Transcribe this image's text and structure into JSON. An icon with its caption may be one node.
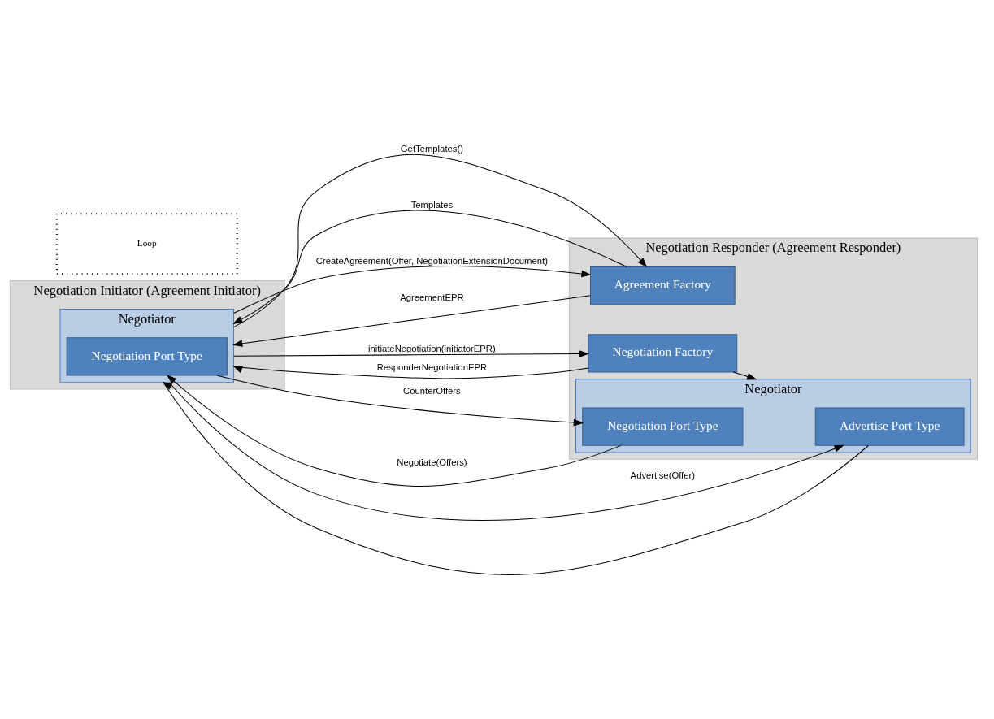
{
  "diagram": {
    "nodes": [
      {
        "text": [
          "Negotiation Initiator (Agreement Initiator)"
        ]
      },
      {
        "text": [
          "Negotiator"
        ],
        "in": 0
      },
      {
        "text": [
          "Negotiation Port Type"
        ],
        "in": 1
      },
      {
        "text": [
          "Negotiation Responder (Agreement Responder)"
        ]
      },
      {
        "text": [
          "Agreement Factory"
        ],
        "in": 3
      },
      {
        "text": [
          "Negotiation Factory"
        ],
        "in": 3
      },
      {
        "text": [
          "Negotiator"
        ],
        "in": 3
      },
      {
        "text": [
          "Advertise Port Type"
        ],
        "in": 6
      },
      {
        "text": [
          "Negotiation Port Type"
        ],
        "in": 6
      },
      {
        "text": [
          "Loop"
        ]
      }
    ],
    "edges": [
      {
        "from": 1,
        "to": 4,
        "arrow": "to",
        "label": "GetTemplates()"
      },
      {
        "from": 4,
        "to": 1,
        "arrow": "to",
        "label": "Templates"
      },
      {
        "from": 1,
        "to": 5,
        "arrow": "to",
        "label": "initiateNegotiation(initiatorEPR)"
      },
      {
        "from": 5,
        "to": 1,
        "arrow": "to",
        "label": "ResponderNegotiationEPR"
      },
      {
        "from": 5,
        "to": 6,
        "arrow": "to"
      },
      {
        "from": 1,
        "to": 7,
        "arrow": "to",
        "label": "Advertise(Offer)"
      },
      {
        "from": 7,
        "to": 1,
        "arrow": "to"
      },
      {
        "from": 8,
        "to": 2,
        "arrow": "to",
        "label": "Negotiate(Offers)"
      },
      {
        "from": 2,
        "to": 8,
        "arrow": "to",
        "label": "CounterOffers"
      },
      {
        "from": 1,
        "to": 4,
        "arrow": "to",
        "label": "CreateAgreement(Offer, NegotiationExtensionDocument)"
      },
      {
        "from": 4,
        "to": 1,
        "arrow": "to",
        "label": "AgreementEPR"
      }
    ]
  }
}
